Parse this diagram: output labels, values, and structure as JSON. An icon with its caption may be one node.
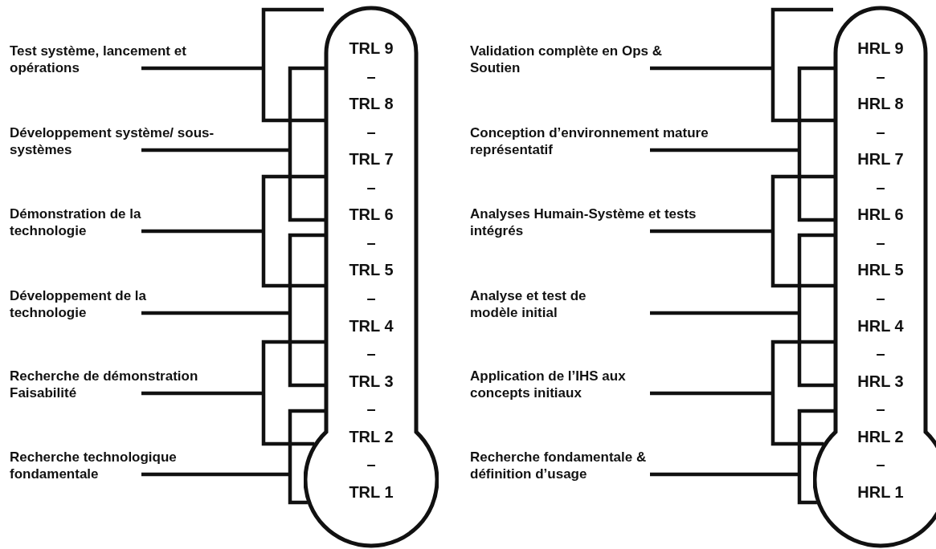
{
  "diagram": {
    "nodes": [
      {
        "text": [
          "TRL 9",
          "–",
          "TRL 8",
          "–",
          "TRL 7",
          "–",
          "TRL 6",
          "–",
          "TRL 5",
          "–",
          "TRL 4",
          "–",
          "TRL 3",
          "–",
          "TRL 2",
          "–",
          "TRL 1"
        ]
      },
      {
        "text": [
          "Test système, lancement et opérations"
        ]
      },
      {
        "text": [
          "Développement système/ sous-systèmes"
        ]
      },
      {
        "text": [
          "Démonstration de la technologie"
        ]
      },
      {
        "text": [
          "Développement de la technologie"
        ]
      },
      {
        "text": [
          "Recherche de démonstration Faisabilité"
        ]
      },
      {
        "text": [
          "Recherche technologique fondamentale"
        ]
      },
      {
        "text": [
          "HRL 9",
          "–",
          "HRL 8",
          "–",
          "HRL 7",
          "–",
          "HRL 6",
          "–",
          "HRL 5",
          "–",
          "HRL 4",
          "–",
          "HRL 3",
          "–",
          "HRL 2",
          "–",
          "HRL 1"
        ]
      },
      {
        "text": [
          "Validation complète en Ops & Soutien"
        ]
      },
      {
        "text": [
          "Conception d’environnement mature représentatif"
        ]
      },
      {
        "text": [
          "Analyses Humain-Système et tests intégrés"
        ]
      },
      {
        "text": [
          "Analyse et test de modèle initial"
        ]
      },
      {
        "text": [
          "Application de l’IHS aux concepts initiaux"
        ]
      },
      {
        "text": [
          "Recherche fondamentale & définition d’usage"
        ]
      }
    ],
    "edges": [
      {
        "from": 1,
        "to": 0,
        "arrow": "none"
      },
      {
        "from": 2,
        "to": 0,
        "arrow": "none"
      },
      {
        "from": 3,
        "to": 0,
        "arrow": "none"
      },
      {
        "from": 4,
        "to": 0,
        "arrow": "none"
      },
      {
        "from": 5,
        "to": 0,
        "arrow": "none"
      },
      {
        "from": 6,
        "to": 0,
        "arrow": "none"
      },
      {
        "from": 8,
        "to": 7,
        "arrow": "none"
      },
      {
        "from": 9,
        "to": 7,
        "arrow": "none"
      },
      {
        "from": 10,
        "to": 7,
        "arrow": "none"
      },
      {
        "from": 11,
        "to": 7,
        "arrow": "none"
      },
      {
        "from": 12,
        "to": 7,
        "arrow": "none"
      },
      {
        "from": 13,
        "to": 7,
        "arrow": "none"
      }
    ]
  }
}
